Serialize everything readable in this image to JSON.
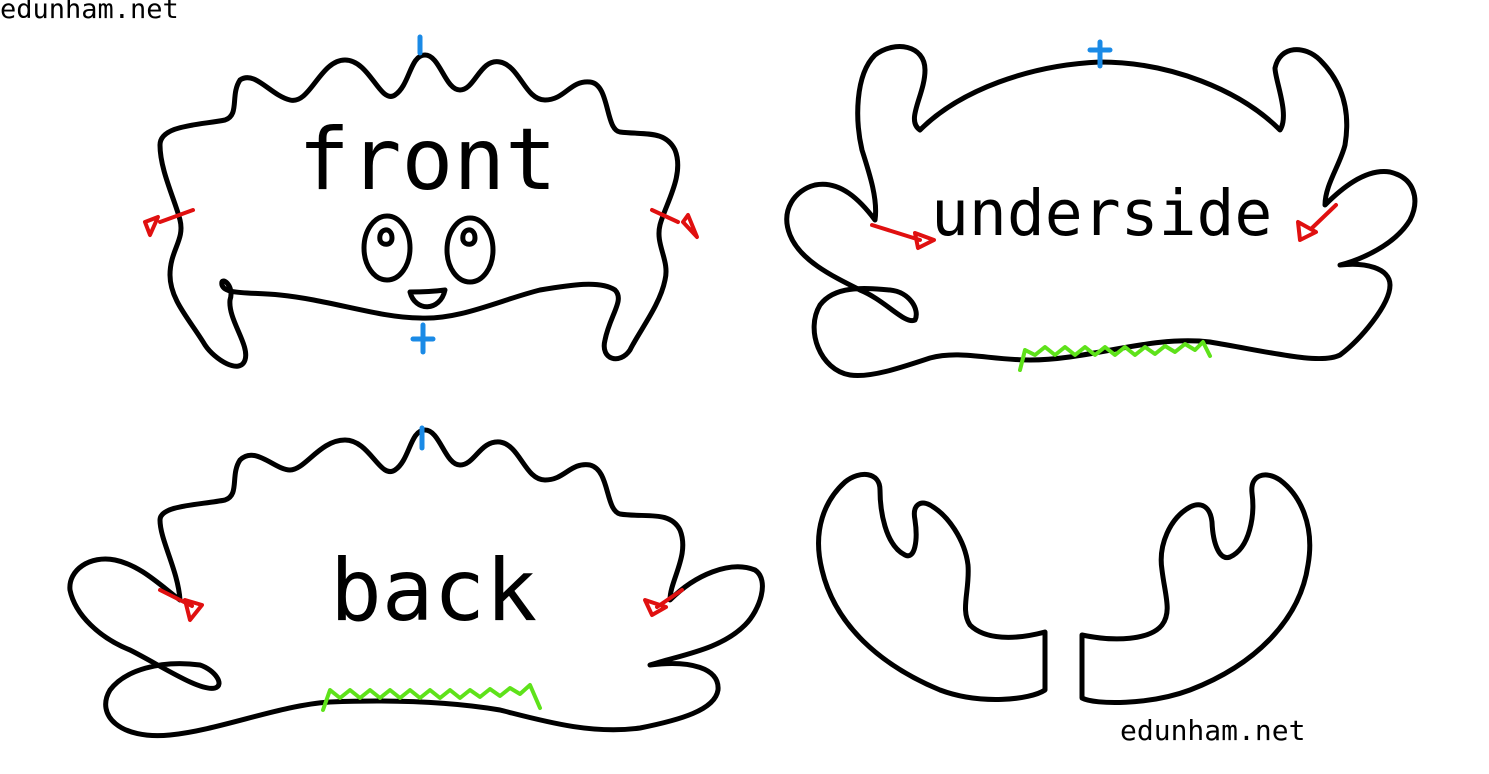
{
  "watermarks": {
    "top_left": "edunham.net",
    "bottom_right": "edunham.net"
  },
  "pieces": {
    "front": {
      "label": "front"
    },
    "underside": {
      "label": "underside"
    },
    "back": {
      "label": "back"
    },
    "claws": {
      "label": ""
    }
  },
  "colors": {
    "outline": "#000000",
    "alignment_mark": "#1a8ae6",
    "leg_marker": "#e01010",
    "opening_stitch": "#5ee21a"
  }
}
